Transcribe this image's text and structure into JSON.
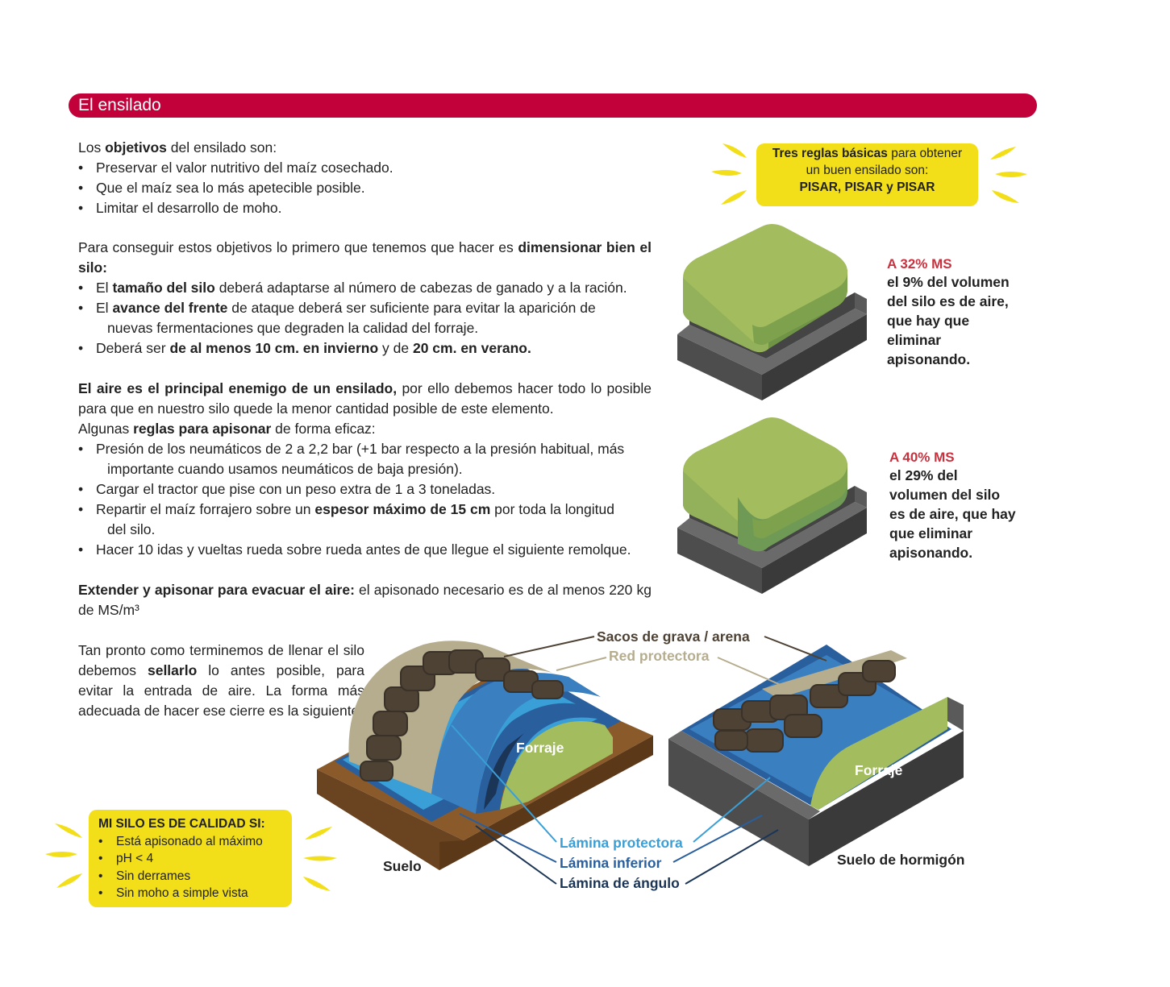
{
  "header": {
    "title": "El ensilado"
  },
  "objectives": {
    "intro_pre": "Los ",
    "intro_bold": "objetivos",
    "intro_post": " del ensilado son:",
    "items": [
      "Preservar el valor nutritivo del maíz cosechado.",
      "Que el maíz sea lo más apetecible posible.",
      "Limitar el desarrollo de moho."
    ]
  },
  "dimension": {
    "intro_pre": "Para conseguir estos objetivos lo primero que tenemos que hacer es ",
    "intro_bold": "dimensionar bien el silo:",
    "item1_pre": "El ",
    "item1_bold": "tamaño del silo",
    "item1_post": " deberá adaptarse al número de cabezas de ganado y a la ración.",
    "item2_pre": "El ",
    "item2_bold": "avance del frente",
    "item2_post": " de ataque deberá ser suficiente para evitar la aparición de",
    "item2_cont": "nuevas fermentaciones que degraden la calidad del forraje.",
    "item3_pre": "Deberá ser ",
    "item3_bold1": "de al menos 10 cm. en invierno",
    "item3_mid": " y de ",
    "item3_bold2": "20 cm. en verano."
  },
  "air": {
    "intro_bold": "El aire es el principal enemigo de un ensilado,",
    "intro_post": " por ello debemos hacer todo lo posible  para que en nuestro silo quede la menor cantidad posible de este elemento.",
    "rules_pre": "Algunas ",
    "rules_bold": "reglas para apisonar",
    "rules_post": " de forma eficaz:",
    "item1": "Presión de los neumáticos de 2 a 2,2 bar (+1 bar respecto a la presión habitual, más",
    "item1_cont": "importante cuando usamos neumáticos de baja presión).",
    "item2": "Cargar el tractor que pise con un peso extra de 1 a 3 toneladas.",
    "item3_pre": "Repartir el maíz forrajero sobre un ",
    "item3_bold": "espesor máximo de 15 cm",
    "item3_post": " por toda la longitud",
    "item3_cont": "del silo.",
    "item4": "Hacer 10 idas y vueltas rueda sobre rueda antes de que llegue el siguiente remolque."
  },
  "extend": {
    "bold": "Extender y apisonar para evacuar el aire:",
    "post": " el apisonado necesario es de al menos 220 kg de MS/m³"
  },
  "seal": {
    "pre": "Tan pronto como terminemos de llenar el silo debemos ",
    "bold": "sellarlo",
    "post": " lo antes posible, para evitar la entrada de aire. La forma más adecuada de hacer ese cierre es la siguiente:"
  },
  "tres_reglas": {
    "bold1": "Tres reglas básicas",
    "post1": " para obtener",
    "line2": "un buen ensilado son:",
    "line3": "PISAR, PISAR y PISAR"
  },
  "ms32": {
    "title": "A 32% MS",
    "text": "el 9% del volumen del silo es de aire, que hay que eliminar apisonando."
  },
  "ms40": {
    "title": "A 40% MS",
    "text": "el 29% del volumen del silo es de aire, que hay que eliminar apisonando."
  },
  "calidad": {
    "title": "MI SILO ES DE CALIDAD SI:",
    "items": [
      "Está apisonado al máximo",
      "pH < 4",
      "Sin derrames",
      "Sin moho a simple vista"
    ]
  },
  "diagram": {
    "sacos": "Sacos de grava / arena",
    "red": "Red protectora",
    "forraje_left": "Forraje",
    "forraje_right": "Forraje",
    "lamina_protectora": "Lámina protectora",
    "lamina_inferior": "Lámina inferior",
    "lamina_angulo": "Lámina de ángulo",
    "suelo": "Suelo",
    "suelo_hormigon": "Suelo de hormigón"
  },
  "colors": {
    "header": "#c2003a",
    "callout": "#f2df1a",
    "ms_red": "#c8323f",
    "forage_light": "#9fb85a",
    "forage_dark": "#6f9446",
    "concrete": "#555555",
    "lamina_protectora": "#3a9fd6",
    "lamina_inferior": "#2a5f9e",
    "lamina_angulo": "#1b3556",
    "red_protectora": "#b6ad8f",
    "sacos": "#4e4235",
    "wood": "#8a5a2b"
  }
}
